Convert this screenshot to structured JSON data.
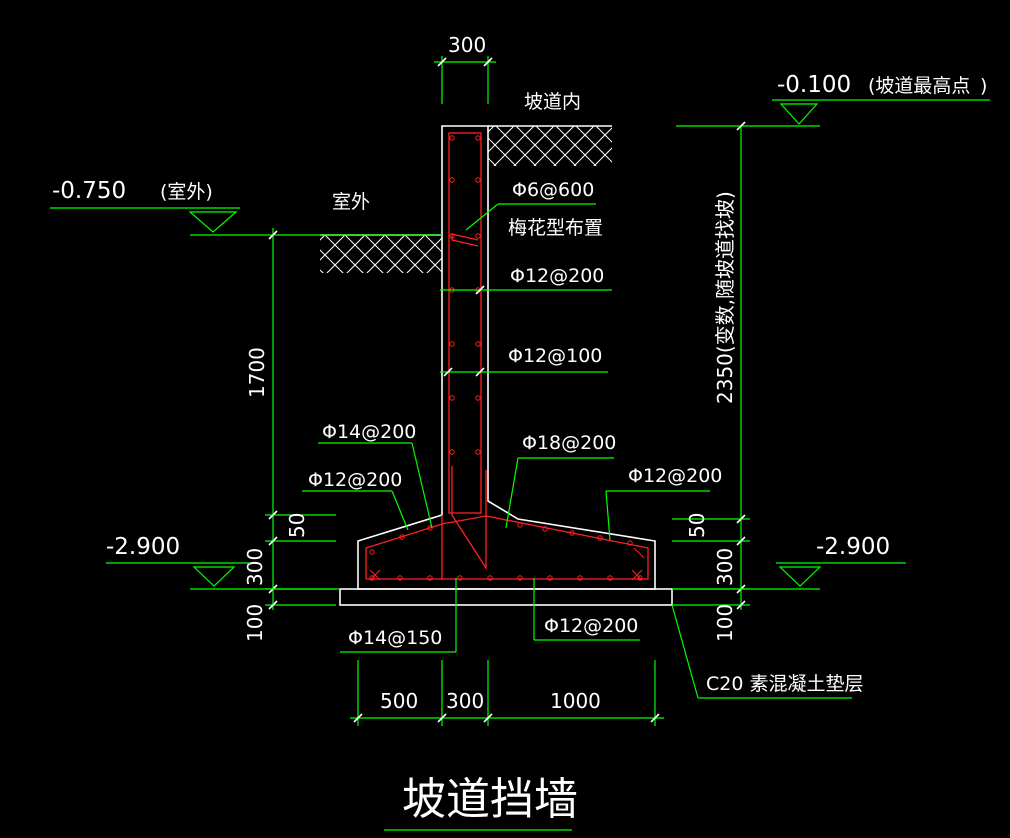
{
  "dimensions": {
    "wall_top_width": "300",
    "height_1700": "1700",
    "height_2350": "2350(变数,随坡道找坡)",
    "heel_50": "50",
    "base_300_left": "300",
    "pad_100_left": "100",
    "heel_50_right": "50",
    "base_300_right": "300",
    "pad_100_right": "100",
    "bottom_500": "500",
    "bottom_300": "300",
    "bottom_1000": "1000"
  },
  "levels": {
    "top": "-0.100",
    "top_note": "(坡道最高点",
    "top_note_close": ")",
    "outdoor": "-0.750",
    "outdoor_note": "(室外)",
    "base_left": "-2.900",
    "base_right": "-2.900"
  },
  "labels": {
    "ramp_inside": "坡道内",
    "outdoor": "室外",
    "tie_bar": "Φ6@600",
    "tie_layout": "梅花型布置",
    "wall_vert_1": "Φ12@200",
    "wall_vert_2": "Φ12@100",
    "toe_top": "Φ14@200",
    "toe_top_2": "Φ12@200",
    "heel_top": "Φ18@200",
    "heel_top_2": "Φ12@200",
    "bottom_left": "Φ14@150",
    "bottom_right": "Φ12@200",
    "pad_note": "C20 素混凝土垫层"
  },
  "title": "坡道挡墙",
  "colors": {
    "background": "#000000",
    "outline": "#ffffff",
    "dimension": "#00ff00",
    "rebar": "#ff2020"
  }
}
